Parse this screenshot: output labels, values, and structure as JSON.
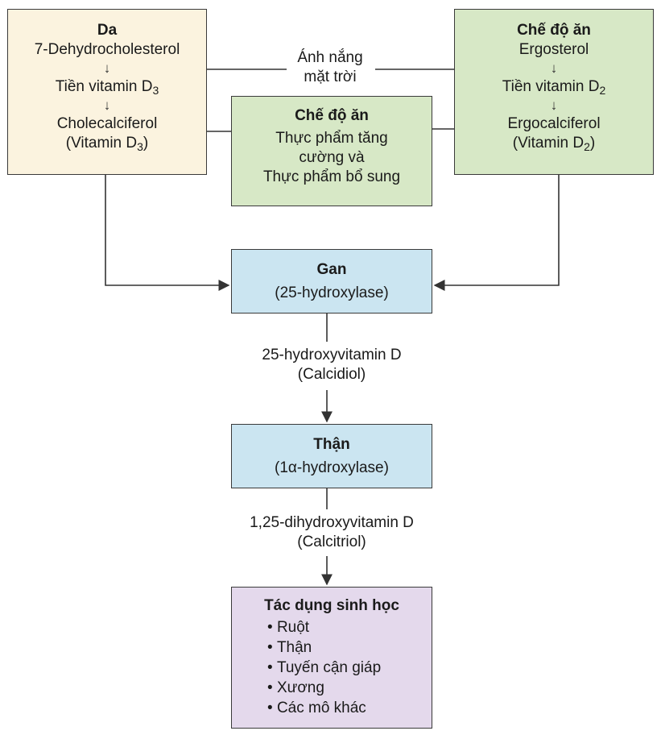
{
  "skin": {
    "title": "Da",
    "line1": "7-Dehydrocholesterol",
    "arrow": "↓",
    "line2": "Tiền vitamin D",
    "line2_sub": "3",
    "arrow2": "↓",
    "line3": "Cholecalciferol",
    "line4": "(Vitamin D",
    "line4_sub": "3",
    "line4_end": ")"
  },
  "diet_plant": {
    "title": "Chế độ ăn",
    "line1": "Ergosterol",
    "arrow": "↓",
    "line2": "Tiền vitamin D",
    "line2_sub": "2",
    "arrow2": "↓",
    "line3": "Ergocalciferol",
    "line4": "(Vitamin D",
    "line4_sub": "2",
    "line4_end": ")"
  },
  "diet_fortified": {
    "title": "Chế độ ăn",
    "line1": "Thực phẩm tăng",
    "line2": "cường và",
    "line3": "Thực phẩm bổ sung"
  },
  "sunlight": {
    "line1": "Ánh nắng",
    "line2": "mặt trời"
  },
  "liver": {
    "title": "Gan",
    "enzyme": "(25-hydroxylase)"
  },
  "calcidiol": {
    "line1": "25-hydroxyvitamin D",
    "line2": "(Calcidiol)"
  },
  "kidney": {
    "title": "Thận",
    "enzyme": "(1α-hydroxylase)"
  },
  "calcitriol": {
    "line1": "1,25-dihydroxyvitamin D",
    "line2": "(Calcitriol)"
  },
  "effects": {
    "title": "Tác dụng sinh học",
    "items": [
      "Ruột",
      "Thận",
      "Tuyến cận giáp",
      "Xương",
      "Các mô khác"
    ]
  },
  "colors": {
    "skin_fill": "#fbf3df",
    "diet_fill": "#d7e8c6",
    "organ_fill": "#cbe5f1",
    "effects_fill": "#e4d9ec",
    "line": "#333333"
  }
}
